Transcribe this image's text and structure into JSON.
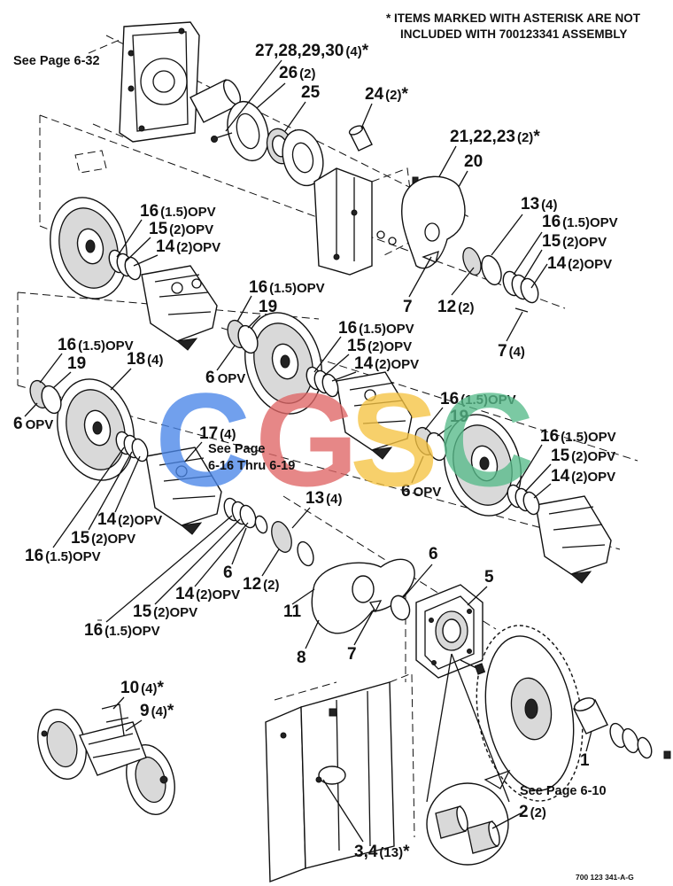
{
  "note": {
    "line1": "* ITEMS MARKED WITH ASTERISK ARE NOT",
    "line2": "INCLUDED WITH 700123341 ASSEMBLY"
  },
  "page_refs": {
    "top": "See Page 6-32",
    "mid_line1": "See Page",
    "mid_line2": "6-16 Thru 6-19",
    "bottom": "See Page 6-10"
  },
  "labels": {
    "l27_30": "27,28,29,30",
    "l27_30_qty": "(4)",
    "l26": "26",
    "l26_qty": "(2)",
    "l25": "25",
    "l24": "24",
    "l24_qty": "(2)",
    "l21_23": "21,22,23",
    "l21_23_qty": "(2)",
    "l20": "20",
    "l13a": "13",
    "l13a_qty": "(4)",
    "l16a": "16",
    "l16a_qty": "(1.5)OPV",
    "l15a": "15",
    "l15a_qty": "(2)OPV",
    "l14a": "14",
    "l14a_qty": "(2)OPV",
    "l16b": "16",
    "l16b_qty": "(1.5)OPV",
    "l15b": "15",
    "l15b_qty": "(2)OPV",
    "l14b": "14",
    "l14b_qty": "(2)OPV",
    "l7a": "7",
    "l12a": "12",
    "l12a_qty": "(2)",
    "l7b": "7",
    "l7b_qty": "(4)",
    "l16c": "16",
    "l16c_qty": "(1.5)OPV",
    "l19a": "19",
    "l6a": "6",
    "l6a_qty": "OPV",
    "l16d": "16",
    "l16d_qty": "(1.5)OPV",
    "l15d": "15",
    "l15d_qty": "(2)OPV",
    "l14d": "14",
    "l14d_qty": "(2)OPV",
    "l16e": "16",
    "l16e_qty": "(1.5)OPV",
    "l19b": "19",
    "l18": "18",
    "l18_qty": "(4)",
    "l6b": "6",
    "l6b_qty": "OPV",
    "l17": "17",
    "l17_qty": "(4)",
    "l16f": "16",
    "l16f_qty": "(1.5)OPV",
    "l19c": "19",
    "l6c": "6",
    "l6c_qty": "OPV",
    "l16g": "16",
    "l16g_qty": "(1.5)OPV",
    "l15g": "15",
    "l15g_qty": "(2)OPV",
    "l14g": "14",
    "l14g_qty": "(2)OPV",
    "l14h": "14",
    "l14h_qty": "(2)OPV",
    "l15h": "15",
    "l15h_qty": "(2)OPV",
    "l16h": "16",
    "l16h_qty": "(1.5)OPV",
    "l13b": "13",
    "l13b_qty": "(4)",
    "l6d": "6",
    "l12b": "12",
    "l12b_qty": "(2)",
    "l14i": "14",
    "l14i_qty": "(2)OPV",
    "l15i": "15",
    "l15i_qty": "(2)OPV",
    "l16i": "16",
    "l16i_qty": "(1.5)OPV",
    "l6e": "6",
    "l5": "5",
    "l11": "11",
    "l8": "8",
    "l7c": "7",
    "l10": "10",
    "l10_qty": "(4)",
    "l9": "9",
    "l9_qty": "(4)",
    "l1": "1",
    "l2": "2",
    "l2_qty": "(2)",
    "l3_4": "3,4",
    "l3_4_qty": "(13)"
  },
  "drawing_code": "700 123 341-A-G",
  "watermark": {
    "text": "CGSC",
    "colors": [
      "#4a86e8",
      "#e06666",
      "#f6c342",
      "#57bb8a"
    ]
  }
}
